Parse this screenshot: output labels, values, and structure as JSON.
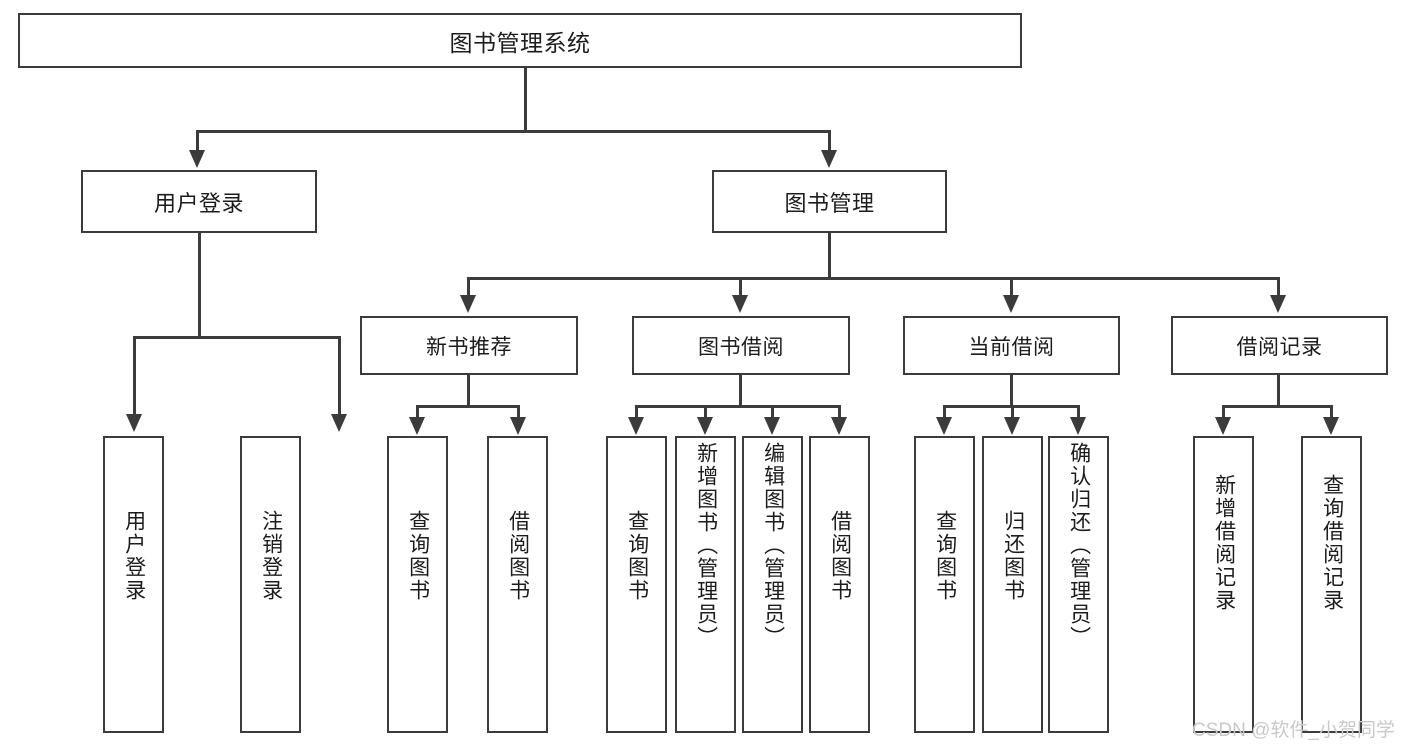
{
  "diagram": {
    "type": "hierarchy-tree",
    "title": "图书管理系统",
    "style": {
      "box_fill": "#ffffff",
      "box_border": "#3b3b3b",
      "text_color": "#1c1c1c",
      "connector_color": "#3b3b3b",
      "background": "#ffffff",
      "watermark_color": "#c9c9c9"
    }
  },
  "root": {
    "label": "图书管理系统"
  },
  "level1": [
    {
      "label": "用户登录"
    },
    {
      "label": "图书管理"
    }
  ],
  "level2": [
    {
      "label": "新书推荐"
    },
    {
      "label": "图书借阅"
    },
    {
      "label": "当前借阅"
    },
    {
      "label": "借阅记录"
    }
  ],
  "leaves": [
    {
      "label": "用户登录",
      "parent": "用户登录"
    },
    {
      "label": "注销登录",
      "parent": "用户登录"
    },
    {
      "label": "查询图书",
      "parent": "新书推荐"
    },
    {
      "label": "借阅图书",
      "parent": "新书推荐"
    },
    {
      "label": "查询图书",
      "parent": "图书借阅"
    },
    {
      "label": "新增图书（管理员）",
      "parent": "图书借阅"
    },
    {
      "label": "编辑图书（管理员）",
      "parent": "图书借阅"
    },
    {
      "label": "借阅图书",
      "parent": "图书借阅"
    },
    {
      "label": "查询图书",
      "parent": "当前借阅"
    },
    {
      "label": "归还图书",
      "parent": "当前借阅"
    },
    {
      "label": "确认归还（管理员）",
      "parent": "当前借阅"
    },
    {
      "label": "新增借阅记录",
      "parent": "借阅记录"
    },
    {
      "label": "查询借阅记录",
      "parent": "借阅记录"
    }
  ],
  "watermark": {
    "text": "CSDN @软件_小贺同学"
  }
}
